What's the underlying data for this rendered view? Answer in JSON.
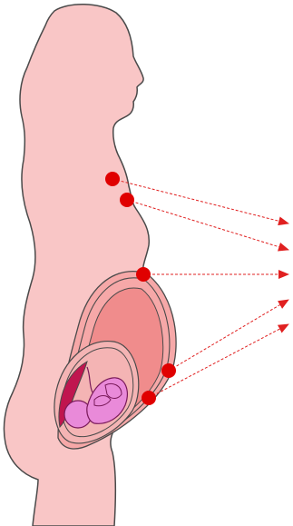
{
  "colors": {
    "background": "#ffffff",
    "body_fill": "#f9c6c6",
    "outline": "#4a4a4a",
    "uterus_outer": "#f6a8a8",
    "uterus_inner": "#f08c8c",
    "sac_fill": "#f4b4b4",
    "fetus_fill": "#e98ad9",
    "fetus_outline": "#7a1a5a",
    "placenta_fill": "#c0154f",
    "marker_fill": "#e00000",
    "arrow_color": "#e02020"
  },
  "markers": [
    {
      "name": "upper-chest-point"
    },
    {
      "name": "lower-chest-point"
    },
    {
      "name": "fundus-point"
    },
    {
      "name": "lower-abdomen-point"
    },
    {
      "name": "pubic-point"
    }
  ]
}
